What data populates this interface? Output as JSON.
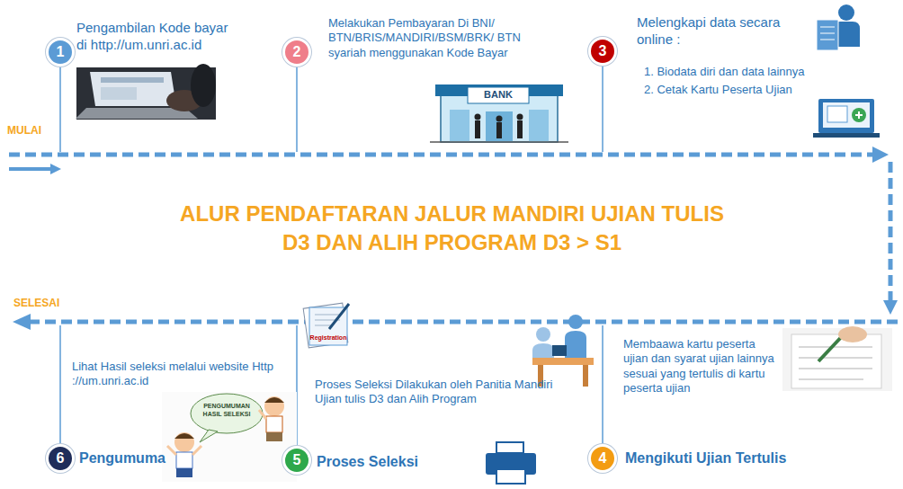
{
  "diagram": {
    "title": "ALUR PENDAFTARAN JALUR MANDIRI UJIAN TULIS D3 DAN ALIH PROGRAM D3 > S1",
    "nodes": [
      {
        "text": [
          "1"
        ]
      },
      {
        "text": [
          "2"
        ]
      },
      {
        "text": [
          "3"
        ]
      },
      {
        "text": [
          "4"
        ]
      },
      {
        "text": [
          "5"
        ]
      },
      {
        "text": [
          "6"
        ]
      }
    ],
    "labels": [
      "MULAI",
      "Pengambilan Kode bayar di http://um.unri.ac.id",
      "Melakukan Pembayaran Di BNI/ BTN/BRIS/MANDIRI/BSM/BRK/ BTN syariah menggunakan Kode Bayar",
      "BANK",
      "Melengkapi data secara online :",
      "1. Biodata diri dan data lainnya",
      "2. Cetak Kartu Peserta Ujian",
      "SELESAI",
      "Registration",
      "Membaawa kartu peserta ujian dan syarat ujian lainnya sesuai yang tertulis di kartu peserta ujian",
      "Lihat Hasil seleksi melalui website Http ://um.unri.ac.id",
      "PENGUMUMAN HASIL SELEKSI",
      "Proses Seleksi Dilakukan oleh Panitia Mandiri Ujian tulis D3 dan Alih Program",
      "Pengumuma",
      "Proses Seleksi",
      "Mengikuti Ujian Tertulis"
    ]
  }
}
